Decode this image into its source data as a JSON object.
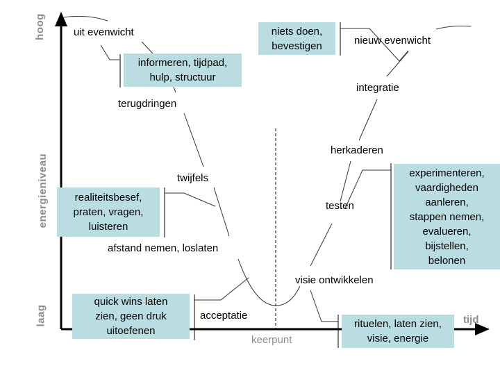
{
  "axes": {
    "y_high": "hoog",
    "y_label": "energieniveau",
    "y_low": "laag",
    "x_label": "tijd",
    "turning_point": "keerpunt"
  },
  "phases": {
    "uit_evenwicht": "uit evenwicht",
    "terugdringen": "terugdringen",
    "twijfels": "twijfels",
    "afstand": "afstand nemen, loslaten",
    "acceptatie": "acceptatie",
    "visie": "visie ontwikkelen",
    "testen": "testen",
    "herkaderen": "herkaderen",
    "integratie": "integratie",
    "nieuw_evenwicht": "nieuw evenwicht"
  },
  "actions": {
    "informeren": [
      "informeren, tijdpad,",
      "hulp, structuur"
    ],
    "niets_doen": [
      "niets doen,",
      "bevestigen"
    ],
    "realiteit": [
      "realiteitsbesef,",
      "praten, vragen,",
      "luisteren"
    ],
    "quick_wins": [
      "quick wins laten",
      "zien, geen druk",
      "uitoefenen"
    ],
    "experimenteren": [
      "experimenteren,",
      "vaardigheden",
      "aanleren,",
      "stappen nemen,",
      "evalueren,",
      "bijstellen,",
      "belonen"
    ],
    "rituelen": [
      "rituelen, laten zien,",
      "visie, energie"
    ]
  },
  "colors": {
    "box": "#b9dde1",
    "axis_label": "#8c8c8c"
  }
}
